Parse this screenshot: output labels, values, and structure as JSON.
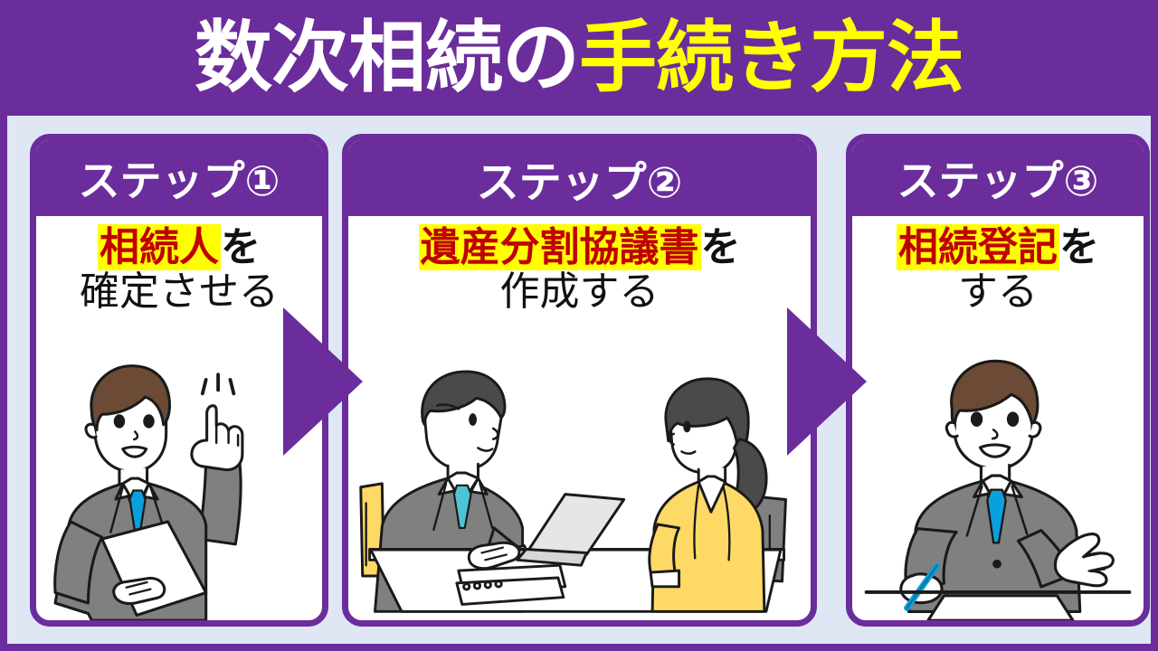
{
  "header": {
    "title_white": "数次相続の",
    "title_yellow": "手続き方法",
    "bg_color": "#6b2d9b",
    "white_color": "#ffffff",
    "yellow_color": "#ffff00"
  },
  "panel": {
    "bg_color": "#dfe7f5",
    "border_color": "#6b2d9b"
  },
  "steps": [
    {
      "head": "ステップ①",
      "line1_highlight": "相続人",
      "line1_rest": "を",
      "line2": "確定させる",
      "illustration": "businessman-pointing-up-with-document"
    },
    {
      "head": "ステップ②",
      "line1_highlight": "遺産分割協議書",
      "line1_rest": "を",
      "line2": "作成する",
      "illustration": "consultation-man-and-woman-at-desk-with-laptop"
    },
    {
      "head": "ステップ③",
      "line1_highlight": "相続登記",
      "line1_rest": "を",
      "line2": "する",
      "illustration": "businessman-with-pen-and-paper-gesturing"
    }
  ],
  "arrows": [
    {
      "name": "arrow-step1-to-step2",
      "direction": "right",
      "color": "#6b2d9b"
    },
    {
      "name": "arrow-step2-to-step3",
      "direction": "right",
      "color": "#6b2d9b"
    }
  ],
  "colors": {
    "purple": "#6b2d9b",
    "highlight_bg": "#ffff00",
    "highlight_text": "#c00000",
    "suit_gray": "#808080",
    "tie_blue": "#0aa0dd",
    "blouse_yellow": "#ffd966",
    "hair_brown": "#6b4b35",
    "hair_dark": "#4a4a4a"
  }
}
